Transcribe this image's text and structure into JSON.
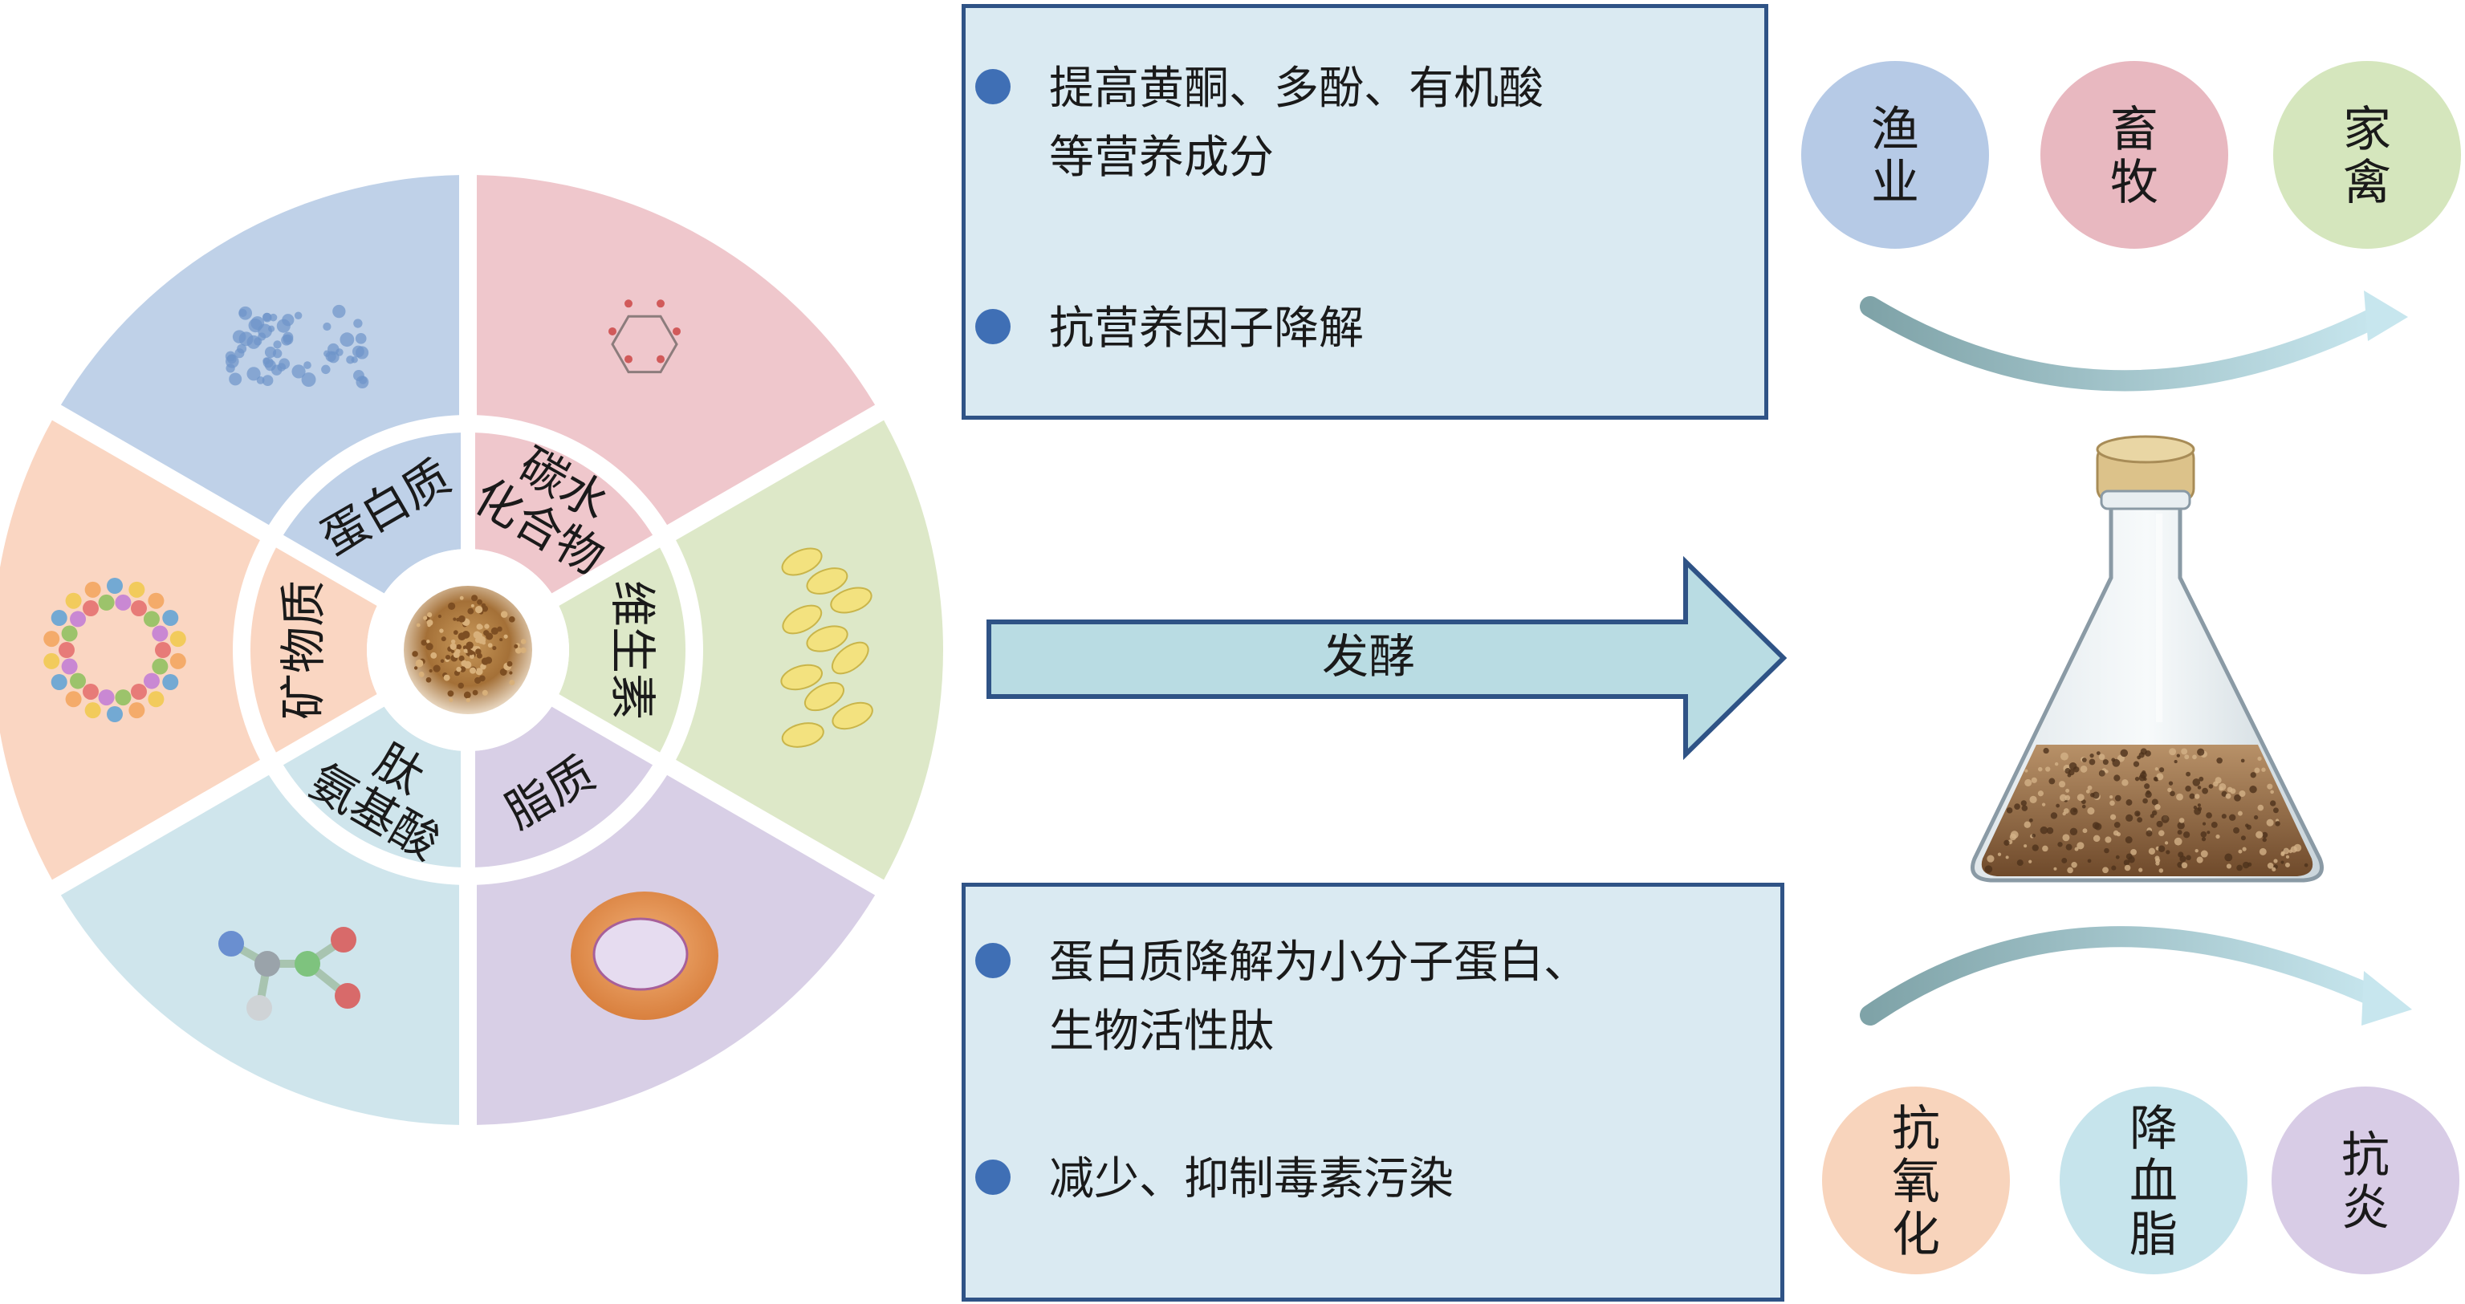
{
  "wheel": {
    "center_image": "fermented-feed-powder",
    "nutrients": [
      {
        "id": "protein",
        "label": "蛋白质",
        "color": "#bfd1e8",
        "icon": "protein-structure-icon"
      },
      {
        "id": "carbohydrate",
        "label_lines": [
          "碳水",
          "化合物"
        ],
        "color": "#efc7cc",
        "icon": "glucose-molecule-icon"
      },
      {
        "id": "vitamin",
        "label": "维生素",
        "color": "#dde8c8",
        "icon": "vitamin-capsules-icon"
      },
      {
        "id": "lipid",
        "label": "脂质",
        "color": "#d8cfe6",
        "icon": "liposome-icon"
      },
      {
        "id": "peptide",
        "label_lines": [
          "肽",
          "氨基酸"
        ],
        "color": "#cfe5ec",
        "icon": "amino-acid-molecule-icon"
      },
      {
        "id": "mineral",
        "label": "矿物质",
        "color": "#fad6c2",
        "icon": "mineral-elements-icon"
      }
    ]
  },
  "top_box": {
    "items": [
      "提高黄酮、多酚、有机酸\n等营养成分",
      "抗营养因子降解"
    ]
  },
  "bottom_box": {
    "items": [
      "蛋白质降解为小分子蛋白、\n生物活性肽",
      "减少、抑制毒素污染"
    ]
  },
  "arrow": {
    "label": "发酵",
    "color": "#b9dce3"
  },
  "flask": {
    "icon": "erlenmeyer-flask-icon"
  },
  "applications": [
    {
      "label_lines": [
        "渔",
        "业"
      ],
      "color": "#b6cae6"
    },
    {
      "label_lines": [
        "畜",
        "牧"
      ],
      "color": "#e8b8c0"
    },
    {
      "label_lines": [
        "家",
        "禽"
      ],
      "color": "#d5e6bd"
    }
  ],
  "benefits": [
    {
      "label_lines": [
        "抗",
        "氧",
        "化"
      ],
      "color": "#f8d4bc"
    },
    {
      "label_lines": [
        "降",
        "血",
        "脂"
      ],
      "color": "#c6e4ec"
    },
    {
      "label_lines": [
        "抗",
        "炎"
      ],
      "color": "#d8cce6"
    }
  ]
}
